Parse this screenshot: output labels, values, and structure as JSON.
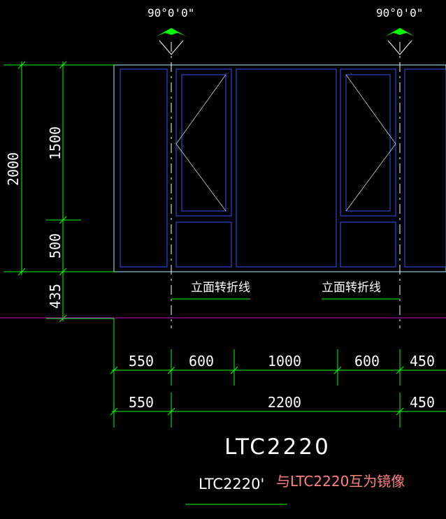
{
  "colors": {
    "background": "#000000",
    "dimension": "#00ff00",
    "frame": "#aaf0ff",
    "sash": "#3355ff",
    "fold_axis": "#ffffff",
    "floor_line": "#cc00cc",
    "mirror_note": "#ff8080",
    "arrow": "#00ff00"
  },
  "angles": {
    "left": "90°0'0\"",
    "right": "90°0'0\""
  },
  "vertical_dimensions": {
    "overall": "2000",
    "upper": "1500",
    "lower": "500",
    "sill": "435"
  },
  "fold_labels": {
    "left": "立面转折线",
    "right": "立面转折线"
  },
  "horizontal_dimensions": {
    "row1": [
      "550",
      "600",
      "1000",
      "600",
      "450"
    ],
    "row2": [
      "550",
      "2200",
      "450"
    ]
  },
  "title": "LTC2220",
  "subtitle": {
    "code": "LTC2220'",
    "note": "与LTC2220互为镜像"
  }
}
